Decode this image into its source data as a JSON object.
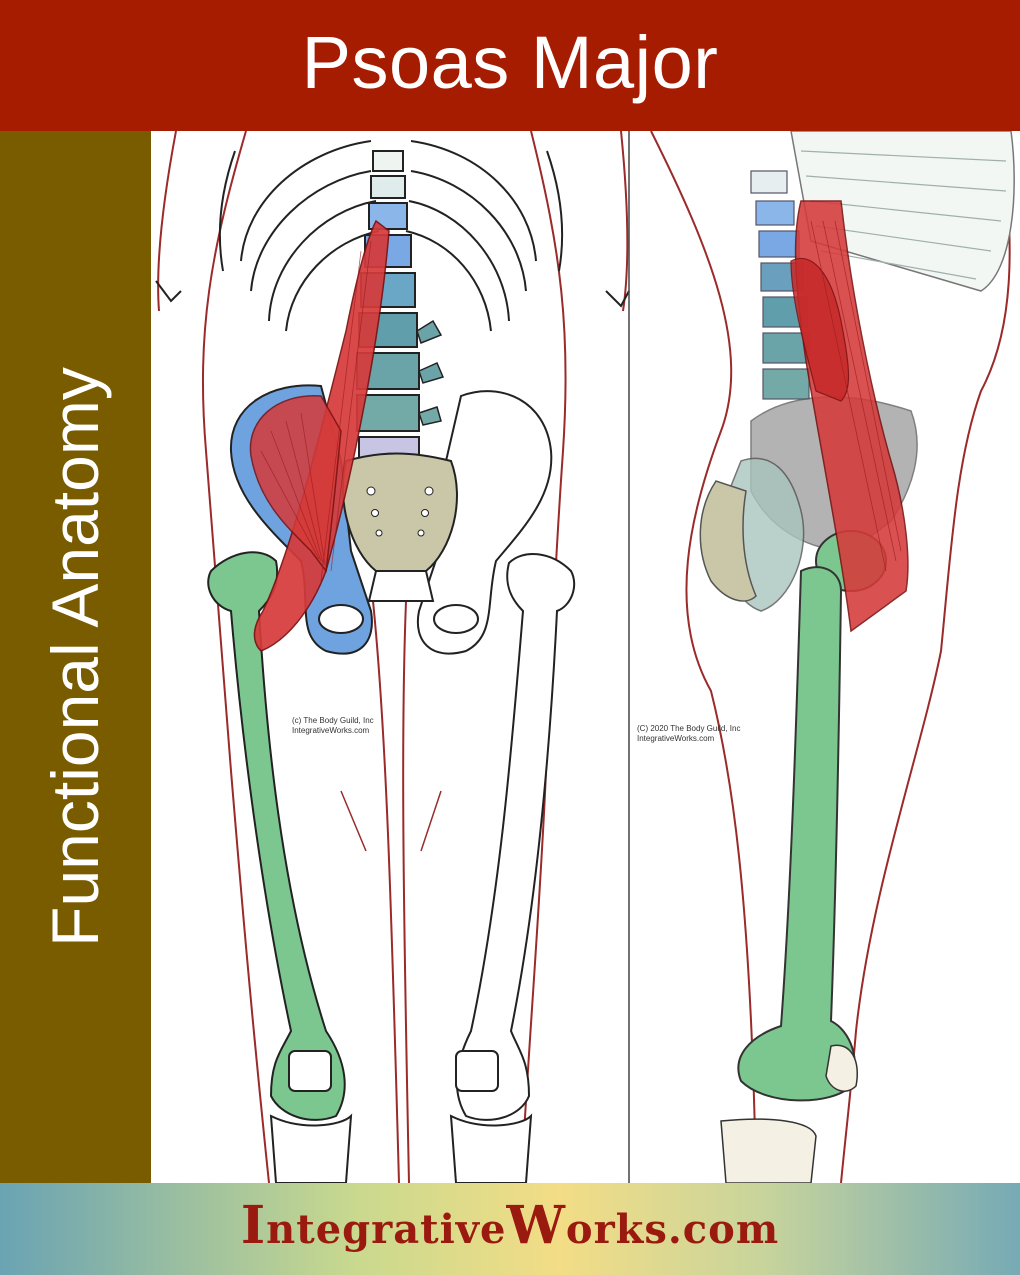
{
  "header": {
    "title": "Psoas Major"
  },
  "sidebar": {
    "title": "Functional Anatomy"
  },
  "figures": {
    "anterior_credit": [
      "(c) The Body Guild, Inc",
      "IntegrativeWorks.com"
    ],
    "lateral_credit": [
      "(C) 2020 The Body Guild, Inc",
      "IntegrativeWorks.com"
    ]
  },
  "footer": {
    "brand_cap_1": "I",
    "brand_rest_1": "ntegrative",
    "brand_cap_2": "W",
    "brand_rest_2": "orks.com"
  },
  "colors": {
    "header_bg": "#a61c00",
    "sidebar_bg": "#7a5c00",
    "muscle": "#d63a3a",
    "femur": "#7cc78f",
    "ilium": "#6fa3e0",
    "sacrum": "#c9c7a8",
    "vertebrae": "#5fa2a8",
    "outline": "#9b2a2a"
  }
}
